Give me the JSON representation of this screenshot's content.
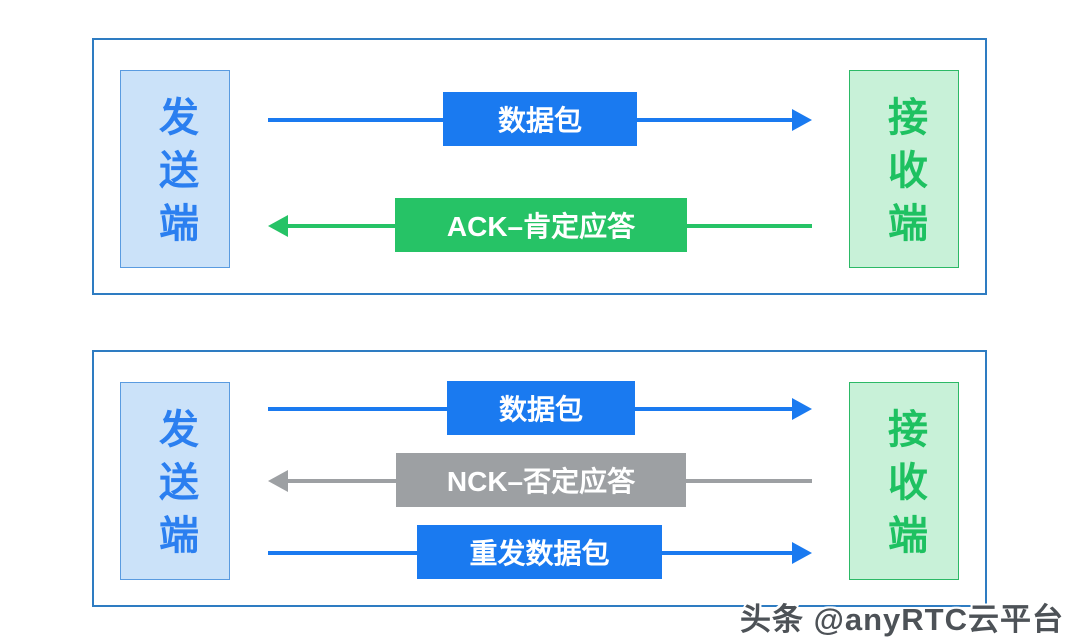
{
  "diagram": {
    "title_semantic": "ARQ acknowledgement / retransmission flow",
    "panels": [
      {
        "name": "ack-scenario",
        "sender_label": "发送端",
        "receiver_label": "接收端",
        "flows": [
          {
            "label": "数据包",
            "direction": "right",
            "color": "#1a7af0"
          },
          {
            "label": "ACK–肯定应答",
            "direction": "left",
            "color": "#26c366"
          }
        ]
      },
      {
        "name": "nck-scenario",
        "sender_label": "发送端",
        "receiver_label": "接收端",
        "flows": [
          {
            "label": "数据包",
            "direction": "right",
            "color": "#1a7af0"
          },
          {
            "label": "NCK–否定应答",
            "direction": "left",
            "color": "#9da0a3"
          },
          {
            "label": "重发数据包",
            "direction": "right",
            "color": "#1a7af0"
          }
        ]
      }
    ],
    "watermark": "头条 @anyRTC云平台",
    "colors": {
      "arrow_blue": "#1a7af0",
      "arrow_green": "#26c366",
      "arrow_gray": "#9da0a3",
      "panel_border": "#2e7cc2",
      "sender_fill": "#cbe2f9",
      "sender_border": "#5a9be0",
      "sender_text": "#2b7ff0",
      "receiver_fill": "#c8f1d8",
      "receiver_border": "#2cb966",
      "receiver_text": "#1ec161",
      "label_text": "#ffffff",
      "watermark_text": "#4d5257",
      "background": "#ffffff"
    }
  }
}
